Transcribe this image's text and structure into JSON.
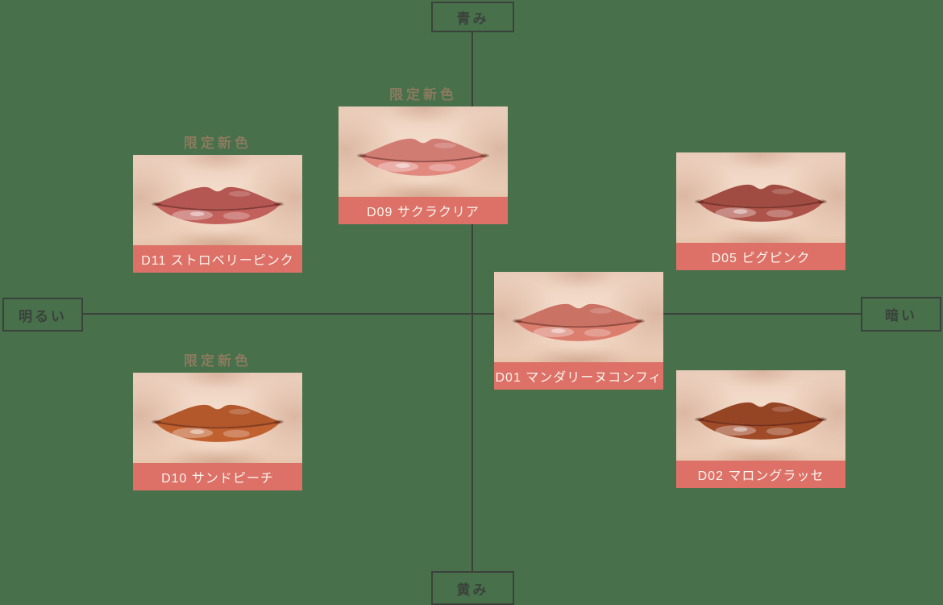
{
  "page": {
    "background_color": "#47704b",
    "axis_line_color": "#3b423c",
    "limited_text_color": "#8c7a5f",
    "label_bar_color": "#dd7168",
    "label_text_color": "#f9f4ec"
  },
  "axes": {
    "top_label": "青み",
    "bottom_label": "黄み",
    "left_label": "明るい",
    "right_label": "暗い"
  },
  "limited_label": "限定新色",
  "swatches": [
    {
      "id": "D09",
      "name": "サクラクリア",
      "label": "D09 サクラクリア",
      "limited": true,
      "lip_color": "#e1897f",
      "map_position": "upper-center"
    },
    {
      "id": "D11",
      "name": "ストロベリーピンク",
      "label": "D11 ストロベリーピンク",
      "limited": true,
      "lip_color": "#c2605b",
      "map_position": "upper-left"
    },
    {
      "id": "D05",
      "name": "ピグピンク",
      "label": "D05 ピグピンク",
      "limited": false,
      "lip_color": "#ad544a",
      "map_position": "upper-right"
    },
    {
      "id": "D01",
      "name": "マンダリーヌコンフィ",
      "label": "D01 マンダリーヌコンフィ",
      "limited": false,
      "lip_color": "#db7e6e",
      "map_position": "center-right-on-axis"
    },
    {
      "id": "D10",
      "name": "サンドピーチ",
      "label": "D10 サンドピーチ",
      "limited": true,
      "lip_color": "#c0612f",
      "map_position": "lower-left"
    },
    {
      "id": "D02",
      "name": "マロングラッセ",
      "label": "D02 マロングラッセ",
      "limited": false,
      "lip_color": "#a04b28",
      "map_position": "lower-right"
    }
  ]
}
